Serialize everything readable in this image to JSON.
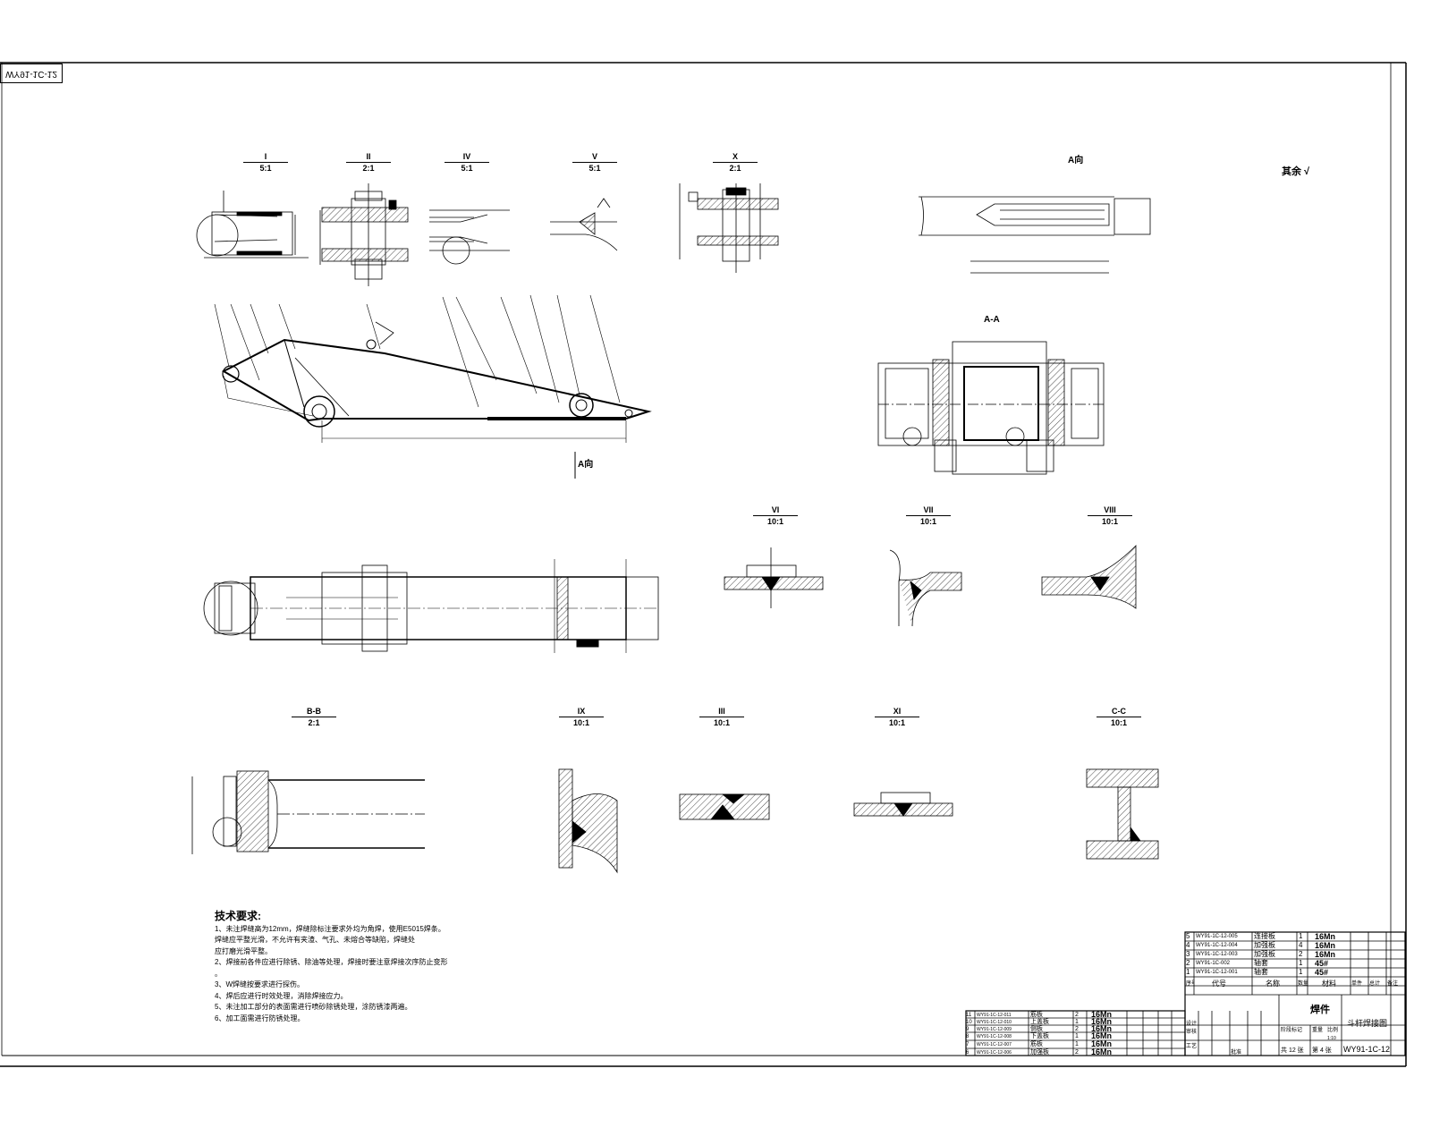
{
  "frame": {
    "drawing_code_tab": "WY91-1C-12"
  },
  "views": [
    {
      "id": "I",
      "title": "I",
      "scale": "5:1"
    },
    {
      "id": "II",
      "title": "II",
      "scale": "2:1"
    },
    {
      "id": "IV",
      "title": "IV",
      "scale": "5:1"
    },
    {
      "id": "V",
      "title": "V",
      "scale": "5:1"
    },
    {
      "id": "X",
      "title": "X",
      "scale": "2:1"
    },
    {
      "id": "VI",
      "title": "VI",
      "scale": "10:1"
    },
    {
      "id": "VII",
      "title": "VII",
      "scale": "10:1"
    },
    {
      "id": "VIII",
      "title": "VIII",
      "scale": "10:1"
    },
    {
      "id": "BB",
      "title": "B-B",
      "scale": "2:1"
    },
    {
      "id": "IX",
      "title": "IX",
      "scale": "10:1"
    },
    {
      "id": "III",
      "title": "III",
      "scale": "10:1"
    },
    {
      "id": "XI",
      "title": "XI",
      "scale": "10:1"
    },
    {
      "id": "CC",
      "title": "C-C",
      "scale": "10:1"
    }
  ],
  "labels": {
    "view_a": "A向",
    "section_aa": "A-A",
    "view_a_arrow": "A向",
    "roughness_symbol": "其余 √"
  },
  "tech_notes": {
    "heading": "技术要求:",
    "lines": [
      "1、未注焊缝高为12mm，焊缝除标注要求外均为角焊，使用E5015焊条。",
      "焊缝应平整光滑，不允许有夹渣、气孔、未熔合等缺陷，焊缝处",
      "应打磨光滑平整。",
      "2、焊接前各件应进行除锈、除油等处理，焊接时要注意焊接次序防止变形",
      "。",
      "3、W焊缝按要求进行探伤。",
      "4、焊后应进行时效处理，消除焊接应力。",
      "5、未注加工部分的表面需进行喷砂除锈处理，涂防锈漆两遍。",
      "6、加工面需进行防锈处理。"
    ]
  },
  "bom_upper": {
    "rows": [
      {
        "no": "5",
        "code": "WY91-1C-12-005",
        "name": "连接板",
        "qty": "1",
        "material": "16Mn"
      },
      {
        "no": "4",
        "code": "WY91-1C-12-004",
        "name": "加强板",
        "qty": "4",
        "material": "16Mn"
      },
      {
        "no": "3",
        "code": "WY91-1C-12-003",
        "name": "加强板",
        "qty": "2",
        "material": "16Mn"
      },
      {
        "no": "2",
        "code": "WY91-1C-002",
        "name": "轴套",
        "qty": "1",
        "material": "45#"
      },
      {
        "no": "1",
        "code": "WY91-1C-12-001",
        "name": "轴套",
        "qty": "1",
        "material": "45#"
      }
    ],
    "header": [
      "序号",
      "代号",
      "名称",
      "数量",
      "材料",
      "单件",
      "总计",
      "备注"
    ]
  },
  "bom_lower": {
    "rows": [
      {
        "no": "11",
        "code": "WY91-1C-12-011",
        "name": "筋板",
        "qty": "2",
        "material": "16Mn"
      },
      {
        "no": "10",
        "code": "WY91-1C-12-010",
        "name": "上盖板",
        "qty": "1",
        "material": "16Mn"
      },
      {
        "no": "9",
        "code": "WY91-1C-12-009",
        "name": "侧板",
        "qty": "2",
        "material": "16Mn"
      },
      {
        "no": "8",
        "code": "WY91-1C-12-008",
        "name": "下盖板",
        "qty": "1",
        "material": "16Mn"
      },
      {
        "no": "7",
        "code": "WY91-1C-12-007",
        "name": "筋板",
        "qty": "1",
        "material": "16Mn"
      },
      {
        "no": "6",
        "code": "WY91-1C-12-006",
        "name": "加强板",
        "qty": "2",
        "material": "16Mn"
      }
    ]
  },
  "title_block": {
    "part_type": "焊件",
    "part_name": "斗杆焊接图",
    "drawing_no": "WY91-1C-12",
    "sheets_total": "共 12 张",
    "sheet_no": "第 4 张",
    "stage_label": "阶段标记",
    "weight_label": "重量",
    "scale_label": "比例",
    "scale_value": "1:10",
    "design_label": "设计",
    "check_label": "审核",
    "process_label": "工艺",
    "approve_label": "批准"
  },
  "colors": {
    "ink": "#000000",
    "paper": "#ffffff"
  }
}
